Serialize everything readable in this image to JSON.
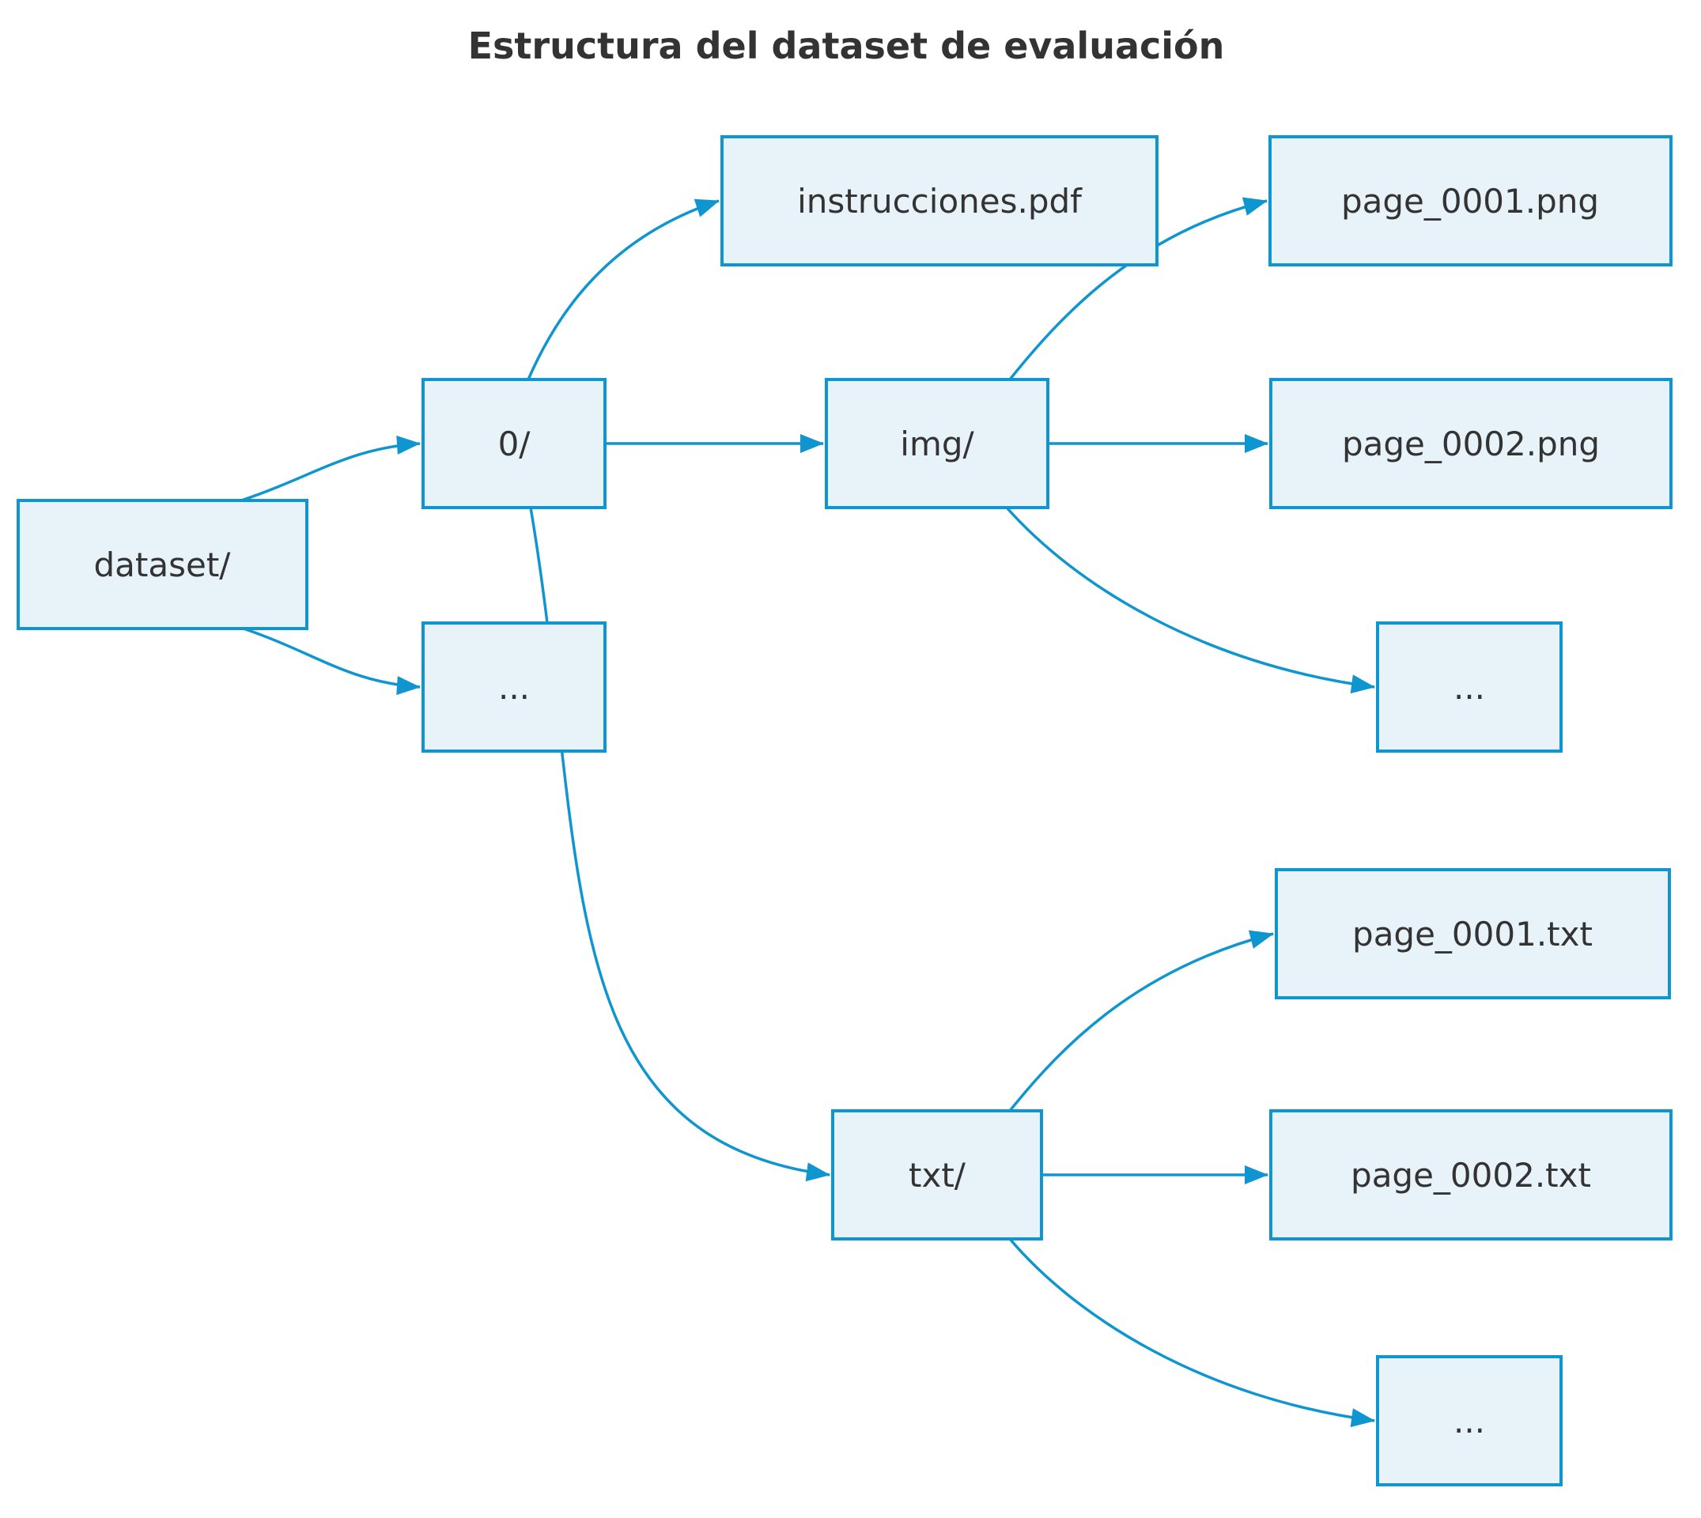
{
  "diagram": {
    "title": "Estructura del dataset de evaluación",
    "type": "flowchart-left-to-right"
  },
  "colors": {
    "node_fill": "#E7F2F9",
    "node_border": "#0F95D0",
    "edge": "#0F95D0",
    "text": "#333333",
    "background": "#FFFFFF"
  },
  "nodes": {
    "dataset": {
      "label": "dataset/"
    },
    "folder0": {
      "label": "0/"
    },
    "more_folders": {
      "label": "..."
    },
    "instrucciones": {
      "label": "instrucciones.pdf"
    },
    "img": {
      "label": "img/"
    },
    "png1": {
      "label": "page_0001.png"
    },
    "png2": {
      "label": "page_0002.png"
    },
    "more_pngs": {
      "label": "..."
    },
    "txt": {
      "label": "txt/"
    },
    "txt1": {
      "label": "page_0001.txt"
    },
    "txt2": {
      "label": "page_0002.txt"
    },
    "more_txts": {
      "label": "..."
    }
  },
  "edges": [
    {
      "from": "dataset",
      "to": "folder0"
    },
    {
      "from": "dataset",
      "to": "more_folders"
    },
    {
      "from": "folder0",
      "to": "instrucciones"
    },
    {
      "from": "folder0",
      "to": "img"
    },
    {
      "from": "folder0",
      "to": "txt"
    },
    {
      "from": "img",
      "to": "png1"
    },
    {
      "from": "img",
      "to": "png2"
    },
    {
      "from": "img",
      "to": "more_pngs"
    },
    {
      "from": "txt",
      "to": "txt1"
    },
    {
      "from": "txt",
      "to": "txt2"
    },
    {
      "from": "txt",
      "to": "more_txts"
    }
  ]
}
